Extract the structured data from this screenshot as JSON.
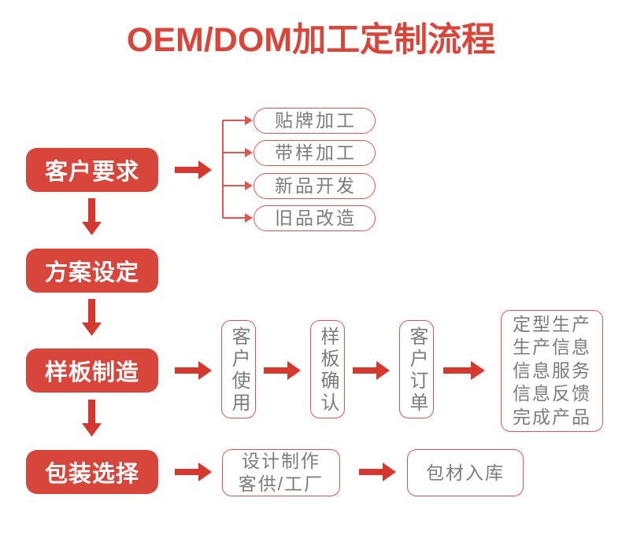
{
  "title": "OEM/DOM加工定制流程",
  "colors": {
    "brand_red": "#d8453b",
    "outline_red": "#e0564c",
    "arrow_red": "#d4382f",
    "box_text_gray": "#7c7c7c",
    "background": "#ffffff"
  },
  "stages": [
    {
      "id": "customer-requirement",
      "label": "客户要求"
    },
    {
      "id": "plan-setting",
      "label": "方案设定"
    },
    {
      "id": "sample-manufacture",
      "label": "样板制造"
    },
    {
      "id": "packaging-selection",
      "label": "包装选择"
    }
  ],
  "requirement_options": [
    {
      "id": "oem-processing",
      "label": "贴牌加工"
    },
    {
      "id": "sample-based-processing",
      "label": "带样加工"
    },
    {
      "id": "new-product-development",
      "label": "新品开发"
    },
    {
      "id": "old-product-remake",
      "label": "旧品改造"
    }
  ],
  "sample_flow": [
    {
      "id": "customer-use",
      "label": "客户使用"
    },
    {
      "id": "sample-confirm",
      "label": "样板确认"
    },
    {
      "id": "customer-order",
      "label": "客户订单"
    }
  ],
  "production_box": {
    "id": "production-summary",
    "lines": [
      "定型生产",
      "生产信息",
      "信息服务",
      "信息反馈",
      "完成产品"
    ]
  },
  "packaging_flow": [
    {
      "id": "design-production",
      "lines": [
        "设计制作",
        "客供/工厂"
      ]
    },
    {
      "id": "packaging-warehouse",
      "label": "包材入库"
    }
  ],
  "icons": {
    "arrow_right": "arrow-right-icon",
    "arrow_down": "arrow-down-icon",
    "branch_bracket": "branch-bracket-icon"
  }
}
